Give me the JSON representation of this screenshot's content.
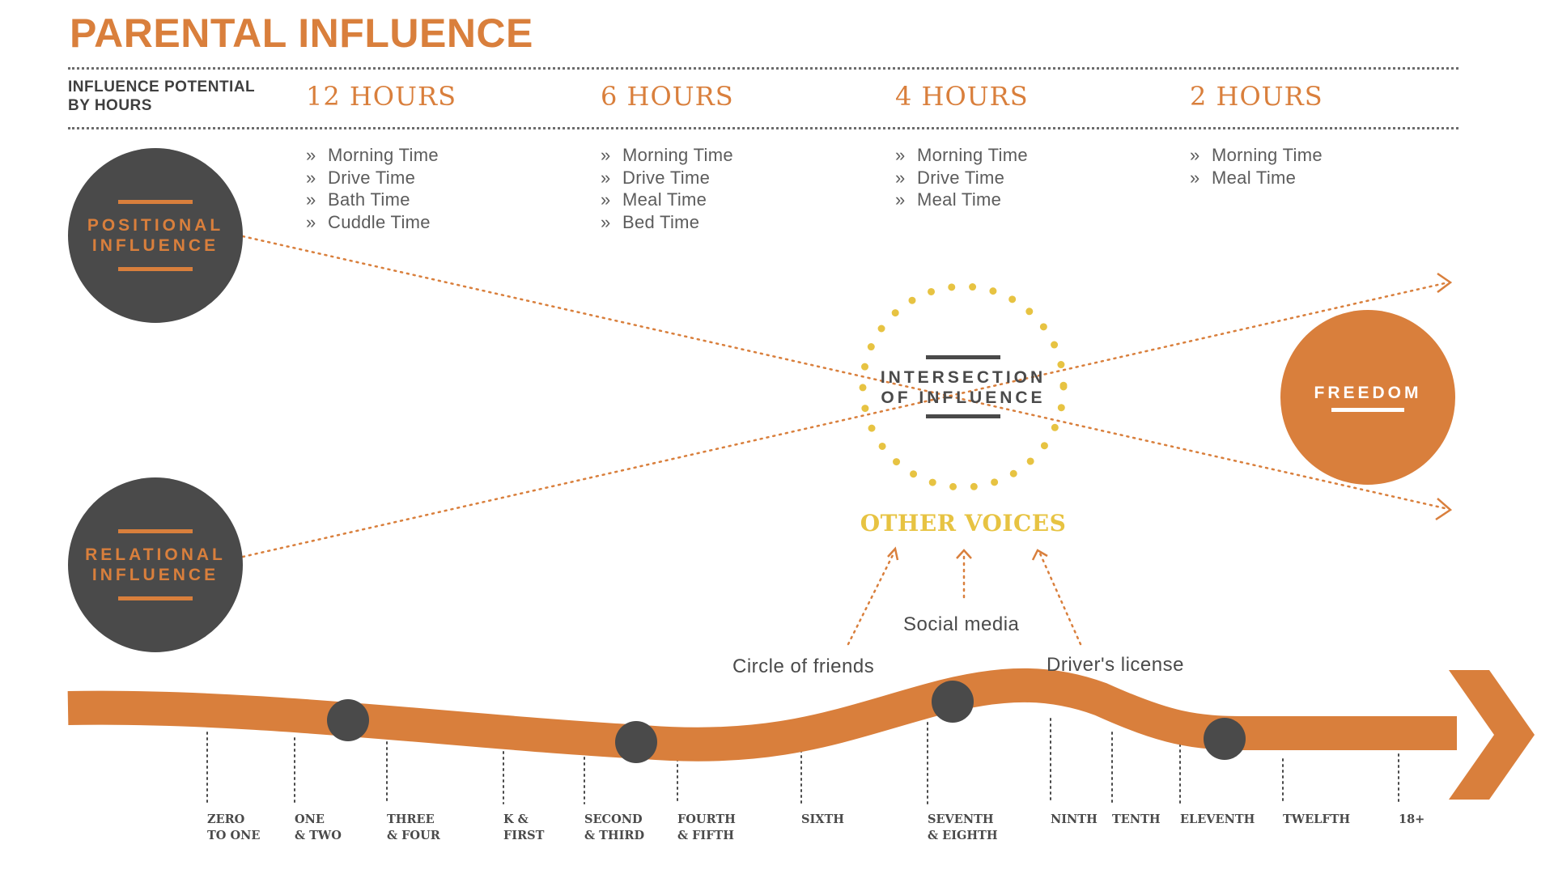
{
  "title": "PARENTAL INFLUENCE",
  "influence_label": {
    "line1": "INFLUENCE POTENTIAL",
    "line2": "BY HOURS"
  },
  "columns": [
    {
      "hours": "12 HOURS",
      "items": [
        "Morning Time",
        "Drive Time",
        "Bath Time",
        "Cuddle Time"
      ]
    },
    {
      "hours": "6 HOURS",
      "items": [
        "Morning Time",
        "Drive Time",
        "Meal Time",
        "Bed Time"
      ]
    },
    {
      "hours": "4 HOURS",
      "items": [
        "Morning Time",
        "Drive Time",
        "Meal Time"
      ]
    },
    {
      "hours": "2 HOURS",
      "items": [
        "Morning Time",
        "Meal Time"
      ]
    }
  ],
  "positional": {
    "line1": "POSITIONAL",
    "line2": "INFLUENCE"
  },
  "relational": {
    "line1": "RELATIONAL",
    "line2": "INFLUENCE"
  },
  "intersection": {
    "line1": "INTERSECTION",
    "line2": "OF INFLUENCE"
  },
  "freedom": "FREEDOM",
  "other_voices": "OTHER VOICES",
  "sources": [
    "Circle of friends",
    "Social media",
    "Driver's license"
  ],
  "grades": [
    {
      "line1": "ZERO",
      "line2": "TO ONE"
    },
    {
      "line1": "ONE",
      "line2": "& TWO"
    },
    {
      "line1": "THREE",
      "line2": "& FOUR"
    },
    {
      "line1": "K &",
      "line2": "FIRST"
    },
    {
      "line1": "SECOND",
      "line2": "& THIRD"
    },
    {
      "line1": "FOURTH",
      "line2": "& FIFTH"
    },
    {
      "line1": "SIXTH",
      "line2": ""
    },
    {
      "line1": "SEVENTH",
      "line2": "& EIGHTH"
    },
    {
      "line1": "NINTH",
      "line2": ""
    },
    {
      "line1": "TENTH",
      "line2": ""
    },
    {
      "line1": "ELEVENTH",
      "line2": ""
    },
    {
      "line1": "TWELFTH",
      "line2": ""
    },
    {
      "line1": "18+",
      "line2": ""
    }
  ],
  "colors": {
    "orange": "#d97f3c",
    "dark": "#4a4a4a",
    "yellow": "#e7c342",
    "text": "#5c5c5c"
  }
}
